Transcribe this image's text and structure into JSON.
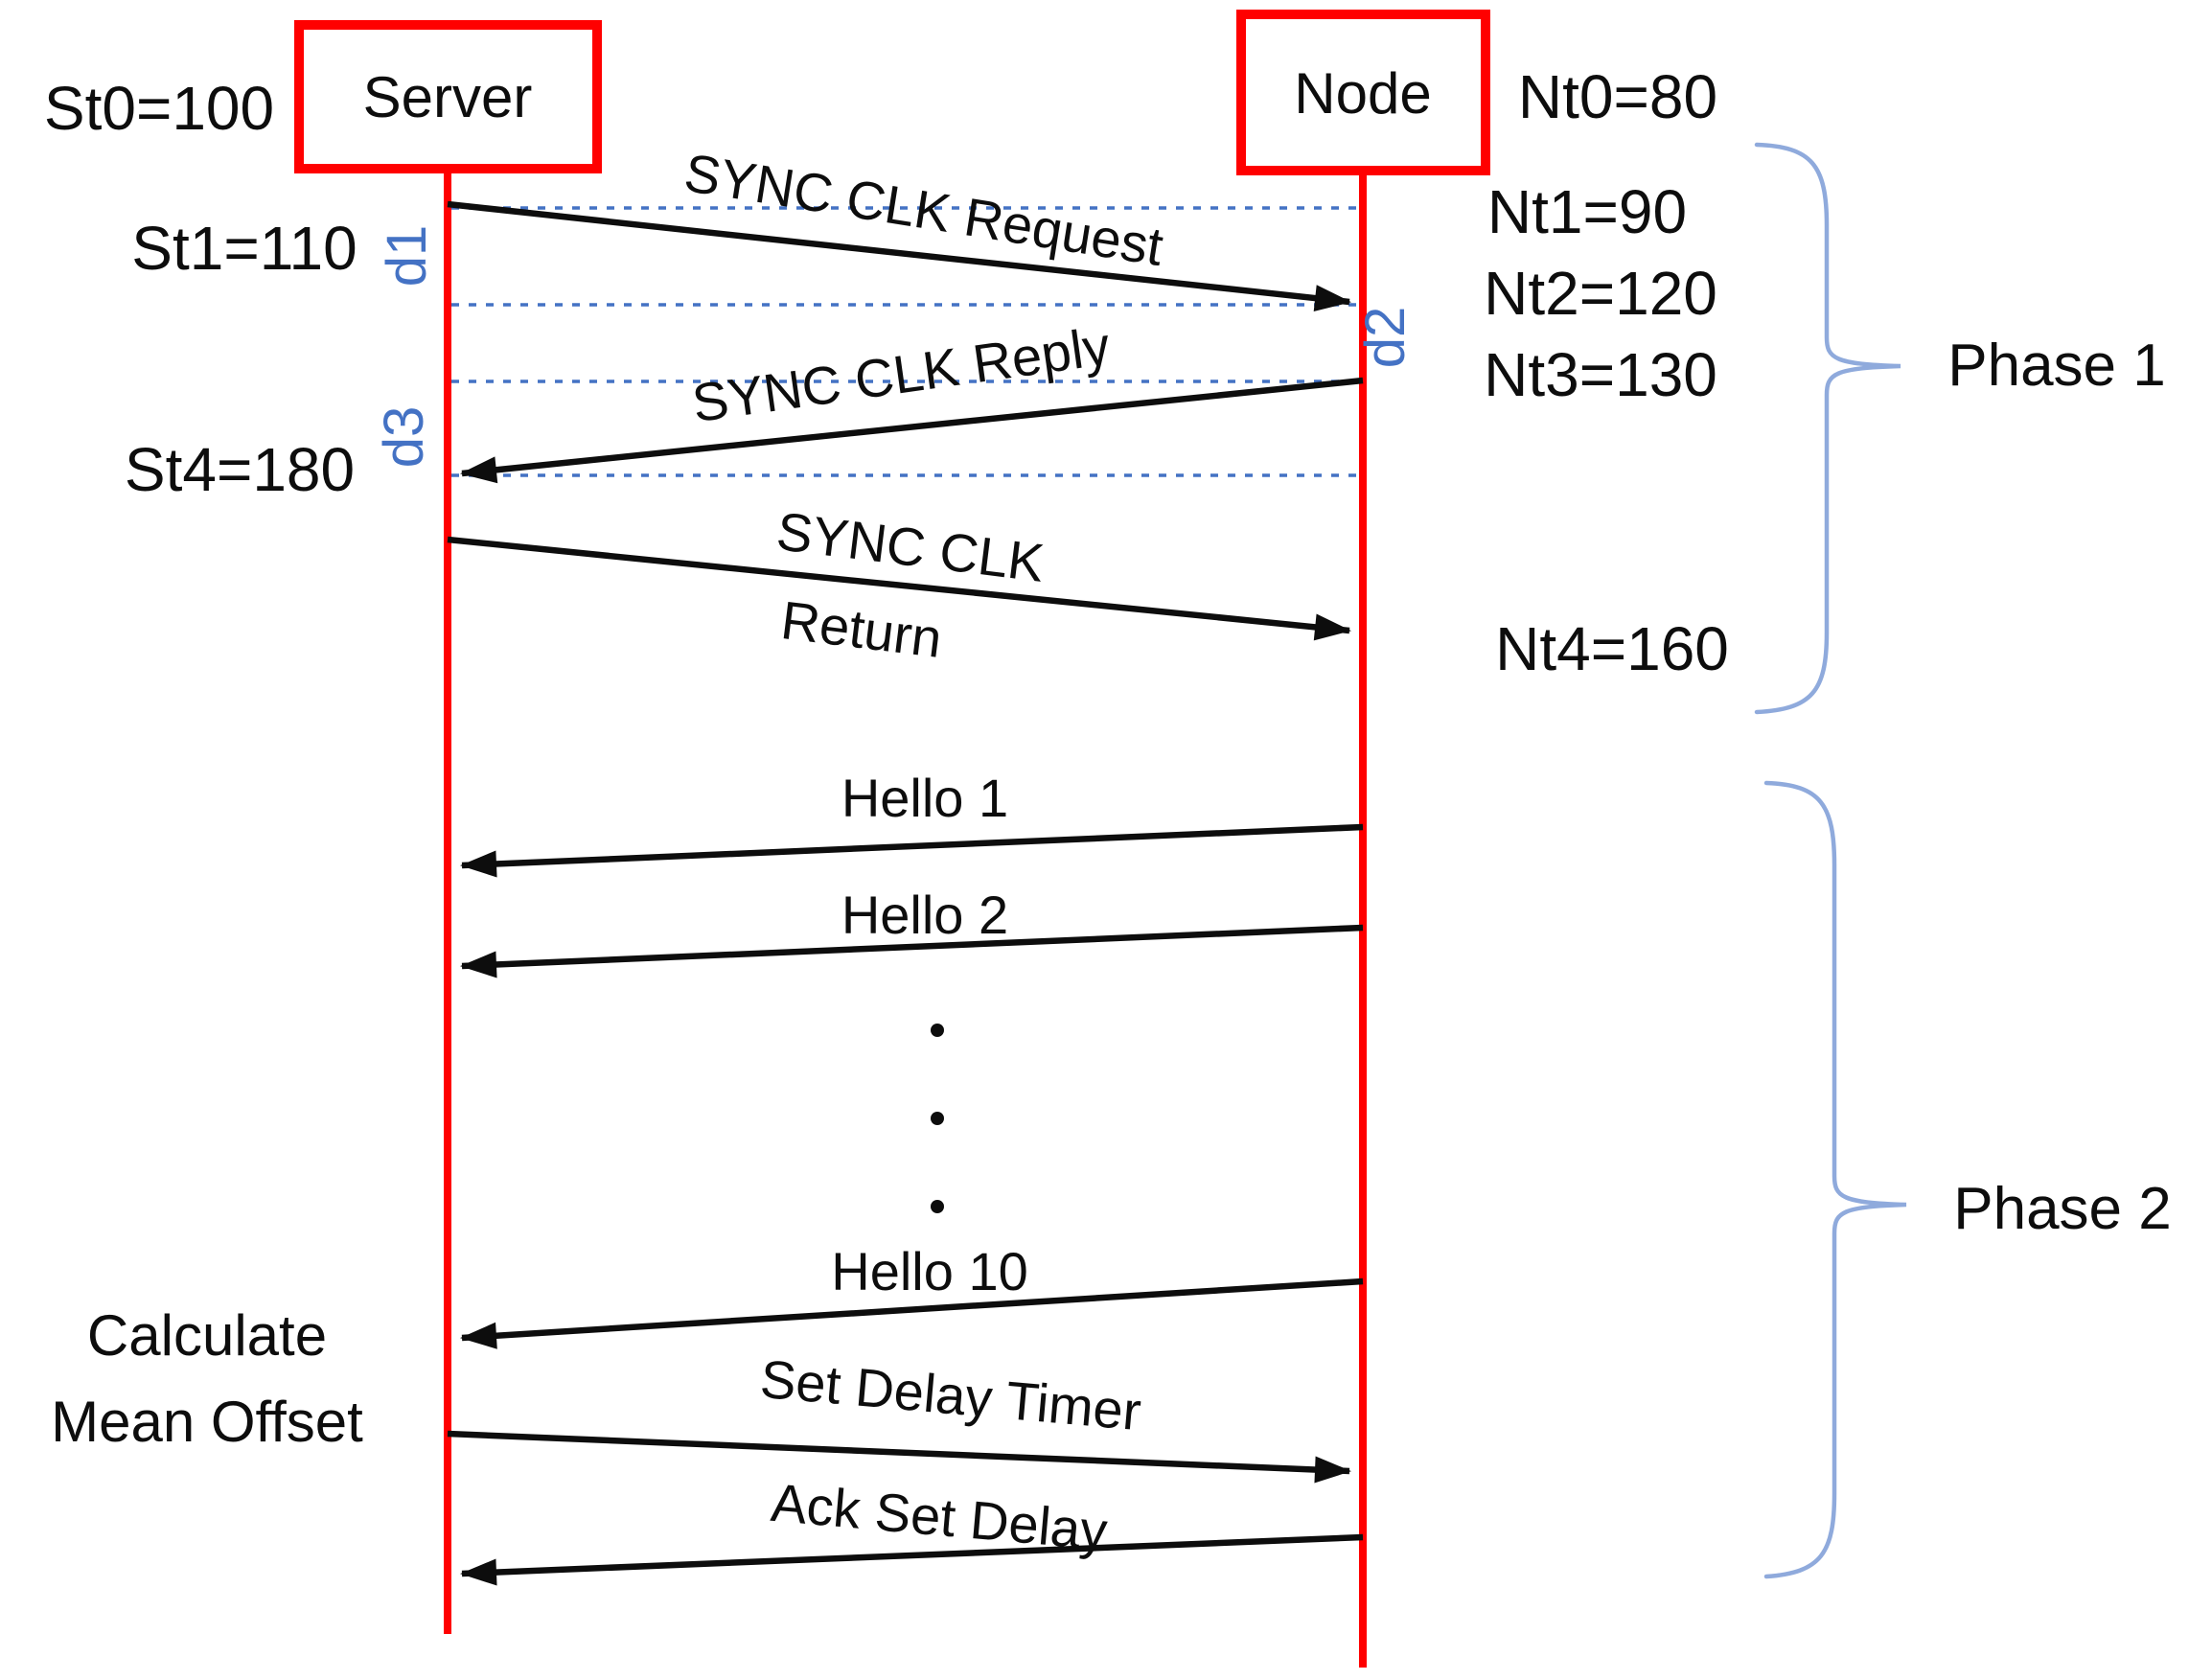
{
  "server": {
    "label": "Server",
    "t0": "St0=100",
    "t1": "St1=110",
    "t4": "St4=180",
    "note_line1": "Calculate",
    "note_line2": "Mean Offset"
  },
  "node": {
    "label": "Node",
    "t0": "Nt0=80",
    "t1": "Nt1=90",
    "t2": "Nt2=120",
    "t3": "Nt3=130",
    "t4": "Nt4=160"
  },
  "delays": {
    "d1": "d1",
    "d2": "d2",
    "d3": "d3"
  },
  "messages": {
    "sync_request": "SYNC CLK Request",
    "sync_reply": "SYNC CLK Reply",
    "sync_return_line1": "SYNC CLK",
    "sync_return_line2": "Return",
    "hello1": "Hello 1",
    "hello2": "Hello 2",
    "hello10": "Hello 10",
    "set_delay_timer": "Set Delay Timer",
    "ack_set_delay": "Ack Set Delay"
  },
  "phases": {
    "phase1": "Phase 1",
    "phase2": "Phase 2"
  },
  "colors": {
    "lifeline_red": "#ff0000",
    "link_blue": "#4472c4",
    "brace_blue": "#8faadc",
    "arrow_black": "#0d0d0d"
  }
}
